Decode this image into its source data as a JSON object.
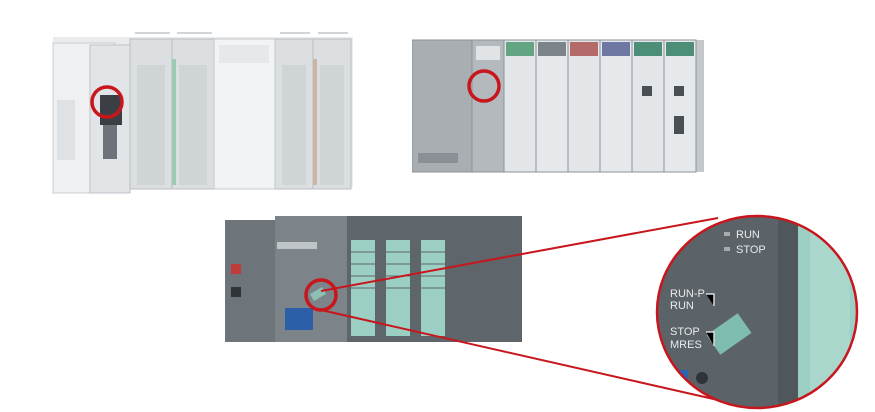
{
  "zoom_callout": {
    "mode_labels": {
      "run": "RUN",
      "stop": "STOP",
      "run_p": "RUN-P",
      "run_selector": "RUN",
      "stop_selector": "STOP",
      "mres": "MRES"
    }
  },
  "colors": {
    "highlight_ring": "#c8161d",
    "module_gray": "#8f969c",
    "module_light": "#d6dadd",
    "teal_module": "#9ccfc3"
  }
}
